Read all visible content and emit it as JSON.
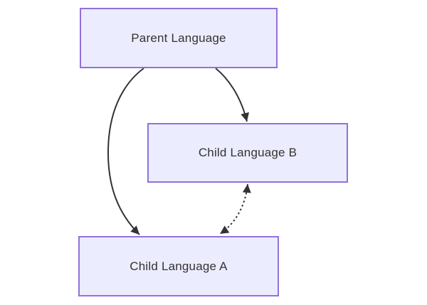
{
  "diagram": {
    "type": "flowchart",
    "background": "#ffffff",
    "nodes": [
      {
        "id": "parent",
        "label": "Parent Language"
      },
      {
        "id": "childB",
        "label": "Child Language B"
      },
      {
        "id": "childA",
        "label": "Child Language A"
      }
    ],
    "edges": [
      {
        "from": "parent",
        "to": "childA",
        "style": "solid",
        "arrows": "end"
      },
      {
        "from": "parent",
        "to": "childB",
        "style": "solid",
        "arrows": "end"
      },
      {
        "from": "childB",
        "to": "childA",
        "style": "dashed",
        "arrows": "both"
      }
    ],
    "colors": {
      "node_fill": "#ECECFF",
      "node_border": "#9370DB",
      "edge_stroke": "#333333",
      "text": "#333333"
    }
  }
}
